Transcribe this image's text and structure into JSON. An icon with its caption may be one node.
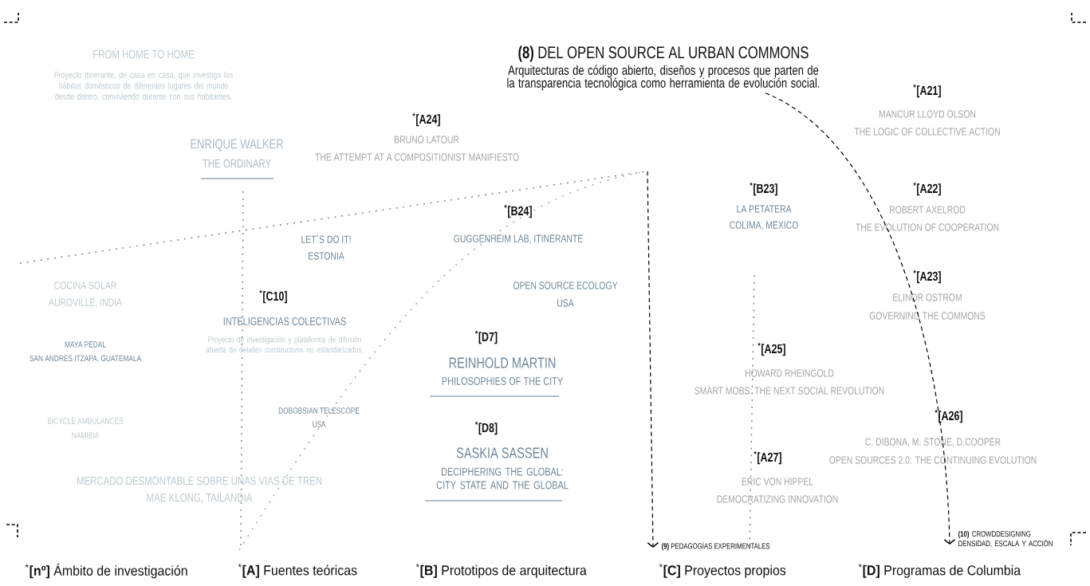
{
  "diagram": {
    "nodes": [
      {
        "text": [
          "**(8)** DEL OPEN SOURCE AL URBAN COMMONS",
          "Arquitecturas de código abierto, diseños y procesos que parten de la transparencia tecnológica como herramienta de evolución social."
        ]
      },
      {
        "text": [
          "**(9)** PEDAGOGÍAS EXPERIMENTALES"
        ]
      },
      {
        "text": [
          "**(10)** CROWDDESIGNING DENSIDAD, ESCALA Y ACCIÓN"
        ]
      }
    ],
    "edges": [
      {
        "from": null,
        "to": 1,
        "arrow": "to",
        "style": "dashed"
      },
      {
        "from": 0,
        "to": 2,
        "arrow": "to",
        "style": "dashed"
      }
    ],
    "labels": [
      "FROM HOME TO HOME",
      "Proyecto itinerante, de casa en casa, que investiga los hábitos domésticos de diferentes lugares del mundo desde dentro, conviviendo durante con sus habitantes.",
      "$^{*}$[A24]",
      "BRUNO LATOUR",
      "THE ATTEMPT AT A COMPOSITIONIST MANIFIESTO",
      "ENRIQUE WALKER",
      "THE ORDINARY",
      "$^{*}$[A21]",
      "MANCUR LLOYD OLSON",
      "THE LOGIC OF COLLECTIVE ACTION",
      "$^{*}$[B23]",
      "LA PETATERA",
      "COLIMA, MEXICO",
      "$^{*}$[A22]",
      "ROBERT AXELROD",
      "THE EVOLUTION OF COOPERATION",
      "$^{*}$[B24]",
      "LET´S DO IT!",
      "GUGGENHEIM LAB, ITINERANTE",
      "ESTONIA",
      "$^{*}$[A23]",
      "ELINOR OSTROM",
      "GOVERNING THE COMMONS",
      "COCINA SOLAR",
      "AUROVILLE, INDIA",
      "OPEN SOURCE ECOLOGY",
      "USA",
      "$^{*}$[C10]",
      "INTELIGENCIAS COLECTIVAS",
      "Proyecto de investigación y plataforma de difusión abierta de detalles constructivos no estandarizados.",
      "MAYA PEDAL",
      "SAN ANDRES ITZAPA, GUATEMALA",
      "$^{*}$[D7]",
      "REINHOLD MARTIN",
      "PHILOSOPHIES OF THE CITY",
      "$^{*}$[A25]",
      "HOWARD RHEINGOLD",
      "SMART MOBS: THE NEXT SOCIAL REVOLUTION",
      "BICYCLE AMBULANCES",
      "NAMIBIA",
      "DOBOBSIAN TELESCOPE",
      "USA",
      "$^{*}$[D8]",
      "SASKIA SASSEN",
      "DECIPHERING THE GLOBAL: CITY STATE AND THE GLOBAL",
      "$^{*}$[A26]",
      "C. DIBONA, M. STONE, D.COOPER",
      "OPEN SOURCES 2.0: THE CONTINUING EVOLUTION",
      "$^{*}$[A27]",
      "ERIC VON HIPPEL",
      "DEMOCRATIZING INNOVATION",
      "MERCADO DESMONTABLE SOBRE UNAS VIAS DE TREN",
      "MAE KLONG, TAILANDIA",
      "$^{*}$**[nº]** Ámbito de investigación",
      "$^{*}$**[A]** Fuentes teóricas",
      "$^{*}$**[B]** Prototipos de arquitectura",
      "$^{*}$**[C]** Proyectos propios",
      "$^{*}$**[D]** Programas de Columbia"
    ]
  }
}
